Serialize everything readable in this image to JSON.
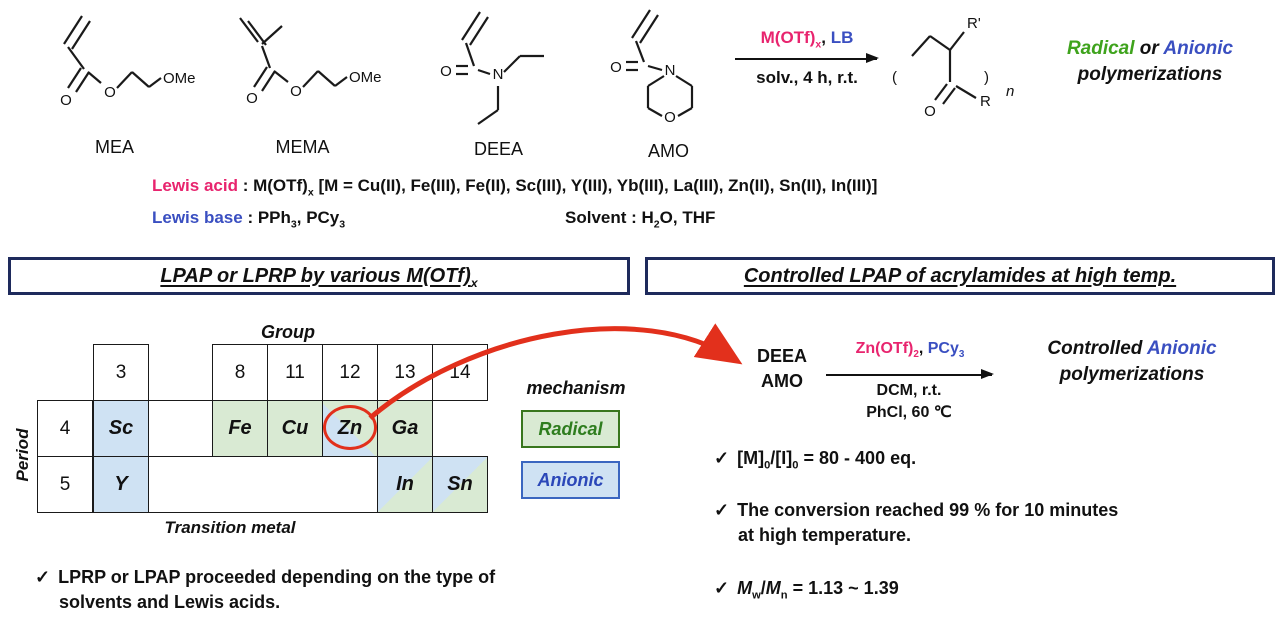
{
  "colors": {
    "pink": "#e8246e",
    "blue": "#3a4fc1",
    "green": "#3fa31d",
    "navy": "#1e2a5c",
    "red": "#e2301c",
    "cell_green": "#d9ead3",
    "cell_blue": "#cfe2f3"
  },
  "atoms": {
    "O": "O",
    "N": "N",
    "OMe": "OMe",
    "R": "R",
    "R_prime": "R'",
    "n": "n",
    "lp": "(",
    "rp": ")"
  },
  "monomers": {
    "mea": "MEA",
    "mema": "MEMA",
    "deea": "DEEA",
    "amo": "AMO"
  },
  "top_scheme": {
    "cat_main": "M(OTf)",
    "cat_sub": "x",
    "cat_sep": ", ",
    "lb": "LB",
    "conditions": "solv., 4 h, r.t.",
    "radical": "Radical",
    "or": " or ",
    "anionic": "Anionic",
    "poly": "polymerizations"
  },
  "reagents": {
    "la_label": "Lewis acid",
    "la_colon": " : ",
    "la_main": "M(OTf)",
    "la_sub": "x",
    "la_list": " [M = Cu(II), Fe(III), Fe(II), Sc(III), Y(III), Yb(III), La(III), Zn(II), Sn(II), In(III)]",
    "lb_label": "Lewis base",
    "lb_colon": " : ",
    "lb_p1": "PPh",
    "lb_s1": "3",
    "lb_p2": ", PCy",
    "lb_s2": "3",
    "solv_p1": "Solvent : H",
    "solv_s1": "2",
    "solv_p2": "O, THF"
  },
  "headers": {
    "left_main": "LPAP or LPRP by various M(OTf)",
    "left_sub": "x",
    "right": "Controlled LPAP of acrylamides at high temp."
  },
  "ptable": {
    "group_label": "Group",
    "period_label": "Period",
    "transition_label": "Transition metal",
    "group_numbers": {
      "g3": "3",
      "g8": "8",
      "g11": "11",
      "g12": "12",
      "g13": "13",
      "g14": "14"
    },
    "period_numbers": {
      "p4": "4",
      "p5": "5"
    },
    "elements": {
      "sc": "Sc",
      "y": "Y",
      "fe": "Fe",
      "cu": "Cu",
      "zn": "Zn",
      "ga": "Ga",
      "in": "In",
      "sn": "Sn"
    },
    "legend": {
      "title": "mechanism",
      "radical": "Radical",
      "anionic": "Anionic"
    }
  },
  "left_note": {
    "check": "✓",
    "line1": "LPRP or LPAP proceeded depending on the type of",
    "line2": "solvents and Lewis acids."
  },
  "right_panel": {
    "m1": "DEEA",
    "m2": "AMO",
    "cat_main": "Zn(OTf)",
    "cat_sub": "2",
    "cat_sep": ", ",
    "lb_main": "PCy",
    "lb_sub": "3",
    "cond1": "DCM, r.t.",
    "cond2": "PhCl, 60 ℃",
    "res1a": "Controlled ",
    "res1b": "Anionic",
    "res2": "polymerizations",
    "check": "✓",
    "c1_p1": "[M]",
    "c1_s1": "0",
    "c1_p2": "/[I]",
    "c1_s2": "0",
    "c1_p3": " = 80 - 400 eq.",
    "c2_l1": "The conversion reached 99 % for 10 minutes",
    "c2_l2": "at high temperature.",
    "c3_m1": "M",
    "c3_s1": "w",
    "c3_sl": "/",
    "c3_m2": "M",
    "c3_s2": "n",
    "c3_p": " = 1.13 ~ 1.39"
  }
}
